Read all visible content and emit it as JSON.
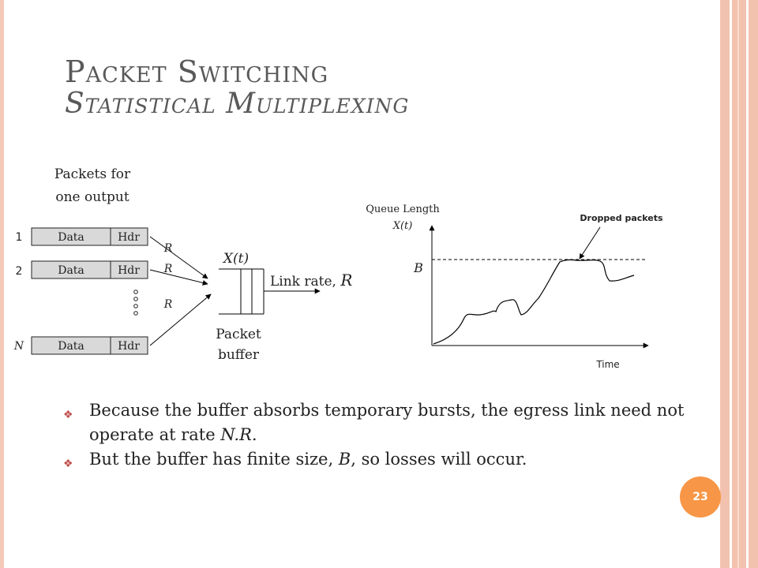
{
  "slide": {
    "title_line1": "Packet Switching",
    "title_line2": "Statistical Multiplexing",
    "page_number": "23"
  },
  "diagram_left": {
    "caption_line1": "Packets for",
    "caption_line2": "one output",
    "packets": [
      {
        "index_label": "1",
        "data_label": "Data",
        "hdr_label": "Hdr"
      },
      {
        "index_label": "2",
        "data_label": "Data",
        "hdr_label": "Hdr"
      },
      {
        "index_label": "N",
        "data_label": "Data",
        "hdr_label": "Hdr"
      }
    ],
    "input_rate_labels": [
      "R",
      "R",
      "R"
    ],
    "queue_label": "X(t)",
    "link_rate_label": "Link rate, ",
    "link_rate_symbol": "R",
    "buffer_line1": "Packet",
    "buffer_line2": "buffer"
  },
  "diagram_right": {
    "y_label_line1": "Queue Length",
    "y_label_line2": "X(t)",
    "threshold_label": "B",
    "annotation": "Dropped packets",
    "x_label": "Time"
  },
  "bullets": [
    {
      "text_a": "Because the buffer absorbs temporary bursts, the egress link need not operate at rate ",
      "text_em": "N.R",
      "text_b": "."
    },
    {
      "text_a": "But the buffer has finite size, ",
      "text_em": "B",
      "text_b": ", so losses will occur."
    }
  ],
  "colors": {
    "packet_fill": "#d9d9d9",
    "page_circle": "#f79646",
    "frame": "#f3c2ae",
    "title": "#595959",
    "bullet_mark": "#c0504d"
  }
}
